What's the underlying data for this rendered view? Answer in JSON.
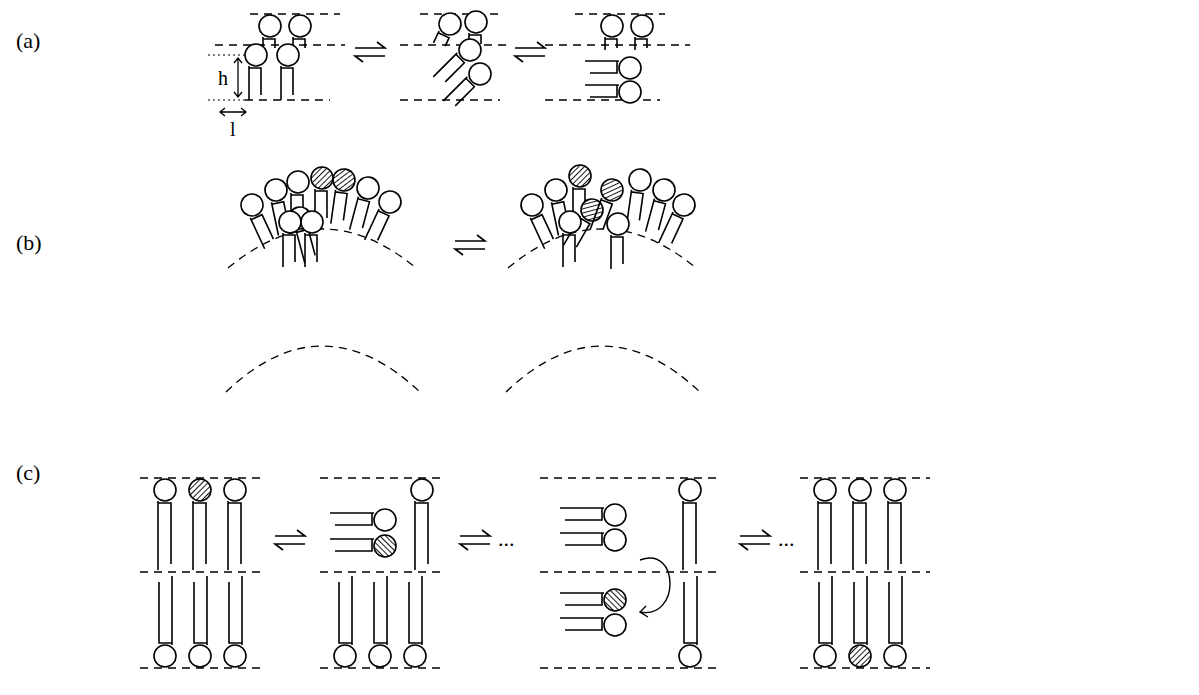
{
  "diagram": {
    "labels": [
      "(a)",
      "h",
      "l",
      "(b)",
      "(c)",
      "...",
      "..."
    ]
  }
}
